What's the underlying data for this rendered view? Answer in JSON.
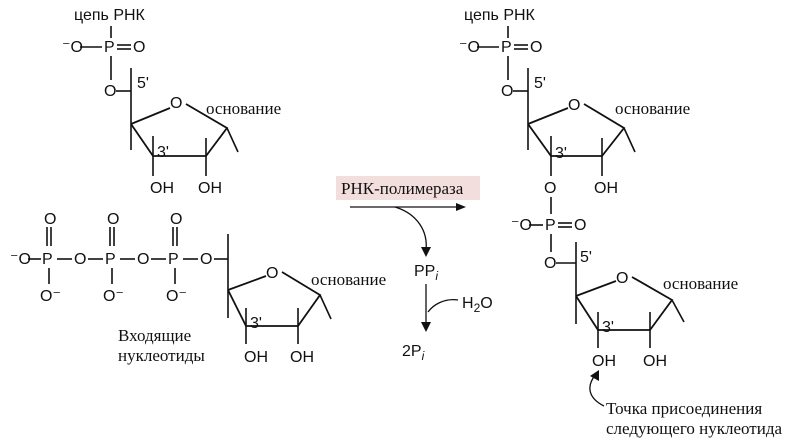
{
  "labels": {
    "rna_chain": "цепь РНК",
    "base": "основание",
    "enzyme": "РНК-полимераза",
    "incoming_line1": "Входящие",
    "incoming_line2": "нуклеотиды",
    "attach_line1": "Точка присоединения",
    "attach_line2": "следующего нуклеотида"
  },
  "atoms": {
    "P": "P",
    "O": "O",
    "OH": "OH",
    "minus_o": "⁻O",
    "o_minus": "O⁻",
    "prime5": "5'",
    "prime3": "3'"
  },
  "byproducts": {
    "pp_main": "PP",
    "pp_sub": "i",
    "h2o_main": "H",
    "h2o_sub": "2",
    "h2o_end": "O",
    "two_p_main": "2P",
    "two_p_sub": "i"
  }
}
